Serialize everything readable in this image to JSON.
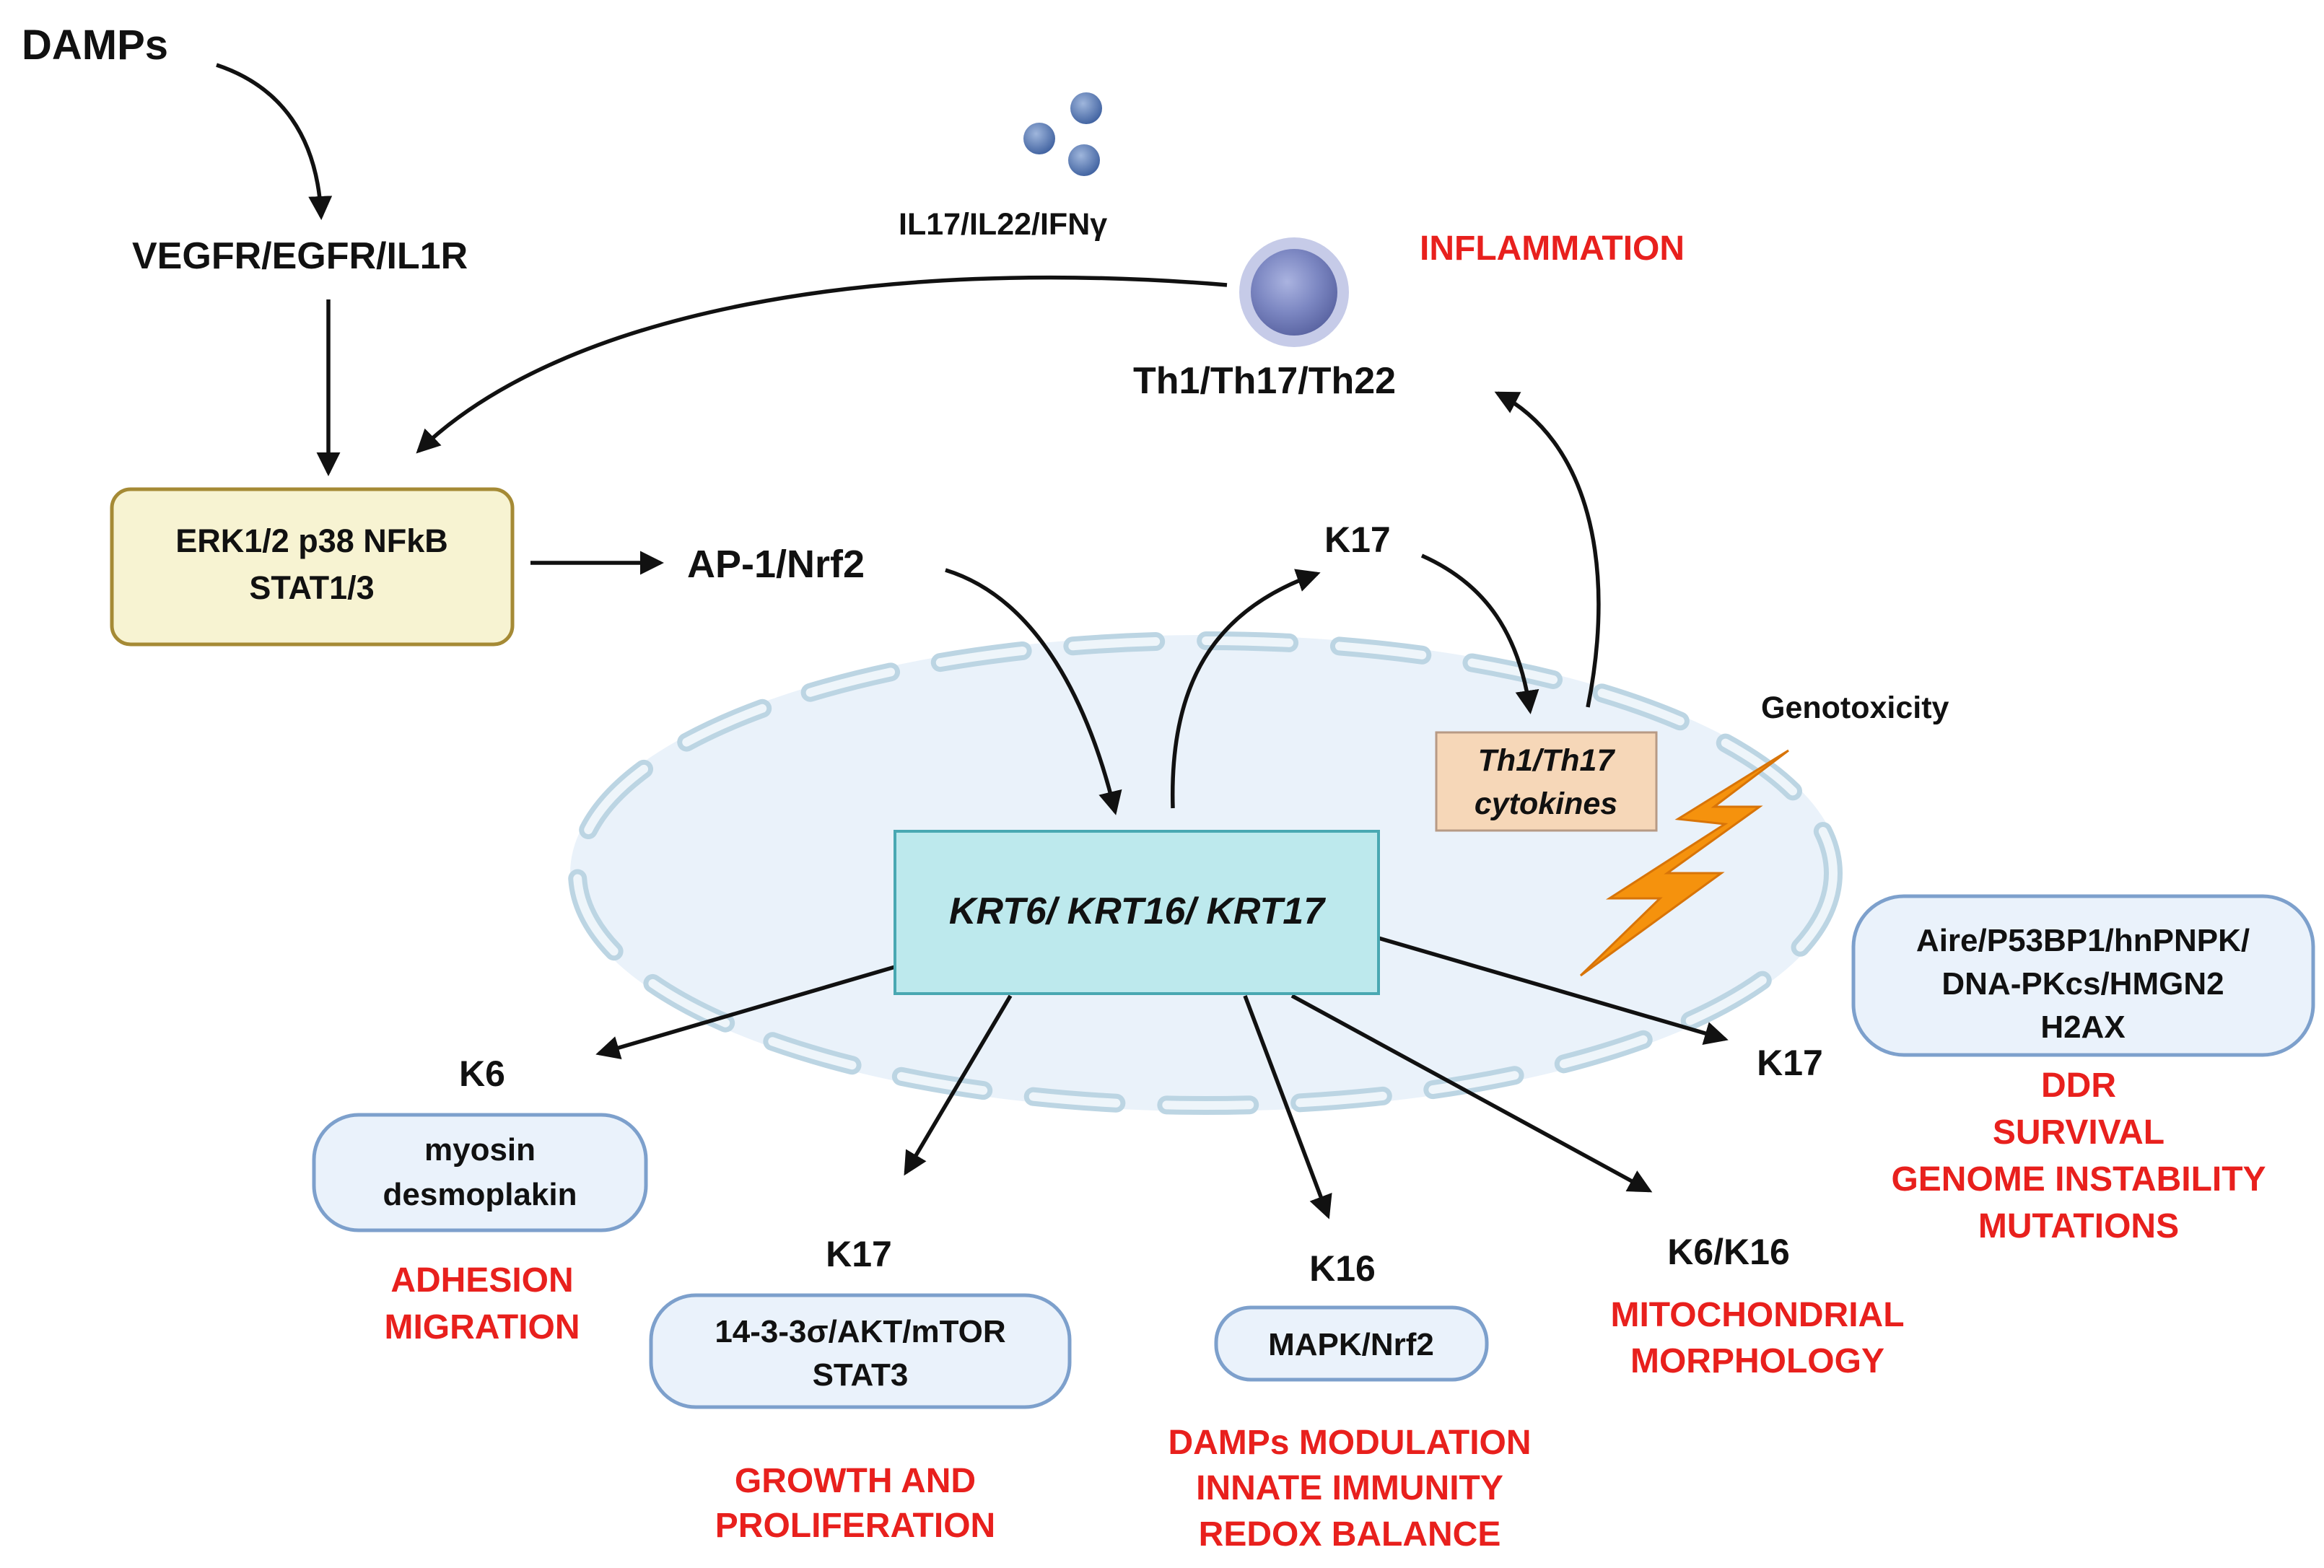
{
  "labels": {
    "damps": "DAMPs",
    "receptors": "VEGFR/EGFR/IL1R",
    "cytokines_top": "IL17/IL22/IFNγ",
    "inflammation": "INFLAMMATION",
    "th_cells": "Th1/Th17/Th22",
    "kinase_box_line1": "ERK1/2 p38 NFkB",
    "kinase_box_line2": "STAT1/3",
    "ap1": "AP-1/Nrf2",
    "k17_top": "K17",
    "th_cytokines_line1": "Th1/Th17",
    "th_cytokines_line2": "cytokines",
    "genotoxicity": "Genotoxicity",
    "krt_genes": "KRT6/ KRT16/ KRT17",
    "k6": "K6",
    "k6_box_line1": "myosin",
    "k6_box_line2": "desmoplakin",
    "k6_out_line1": "ADHESION",
    "k6_out_line2": "MIGRATION",
    "k17_growth": "K17",
    "growth_box_line1": "14-3-3σ/AKT/mTOR",
    "growth_box_line2": "STAT3",
    "growth_out_line1": "GROWTH AND",
    "growth_out_line2": "PROLIFERATION",
    "k16": "K16",
    "k16_box": "MAPK/Nrf2",
    "k16_out_line1": "DAMPs MODULATION",
    "k16_out_line2": "INNATE IMMUNITY",
    "k16_out_line3": "REDOX BALANCE",
    "k6k16": "K6/K16",
    "mito_line1": "MITOCHONDRIAL",
    "mito_line2": "MORPHOLOGY",
    "k17_ddr": "K17",
    "ddr_box_line1": "Aire/P53BP1/hnPNPK/",
    "ddr_box_line2": "DNA-PKcs/HMGN2",
    "ddr_box_line3": "H2AX",
    "ddr_out_line1": "DDR",
    "ddr_out_line2": "SURVIVAL",
    "ddr_out_line3": "GENOME INSTABILITY",
    "ddr_out_line4": "MUTATIONS"
  },
  "colors": {
    "outcome_red": "#e8201d",
    "kinase_box": "#f7f3d2",
    "kinase_border": "#a58a35",
    "gene_box": "#bde9ed",
    "gene_border": "#49a8b2",
    "cytokine_box": "#f6d7b8",
    "nucleus": "#eaf2fa",
    "envelope": "#bcd5e3",
    "pill_fill": "#eaf2fb",
    "pill_border": "#7da0cc",
    "lightning": "#f5920d",
    "t_cell": "#7c87c2"
  },
  "icons": {
    "cytokine_particles": "cytokine-particles-icon",
    "t_cell": "t-cell-icon",
    "genotoxic_stress": "lightning-bolt-icon"
  }
}
